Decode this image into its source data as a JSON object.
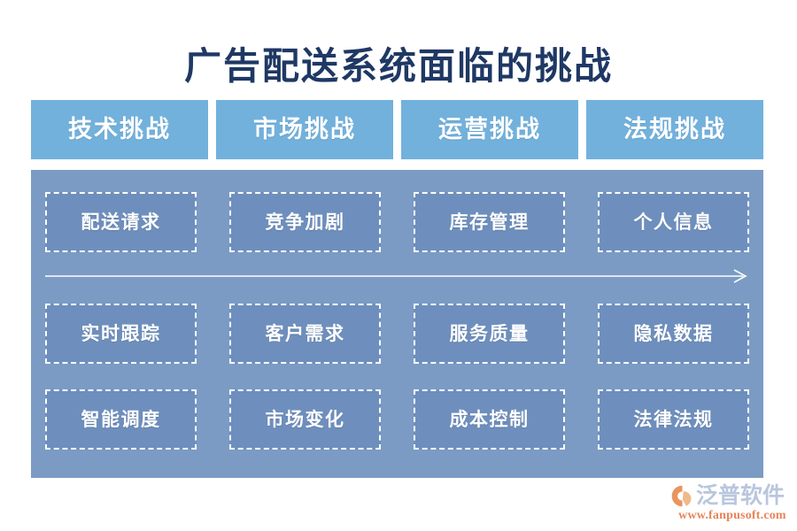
{
  "slide": {
    "title": "广告配送系统面临的挑战",
    "background_color": "#ffffff",
    "title_color": "#1f3864"
  },
  "tabs": [
    {
      "label": "技术挑战",
      "color": "#72b1dc"
    },
    {
      "label": "市场挑战",
      "color": "#72b1dc"
    },
    {
      "label": "运营挑战",
      "color": "#72b1dc"
    },
    {
      "label": "法规挑战",
      "color": "#72b1dc"
    }
  ],
  "panel": {
    "background_color": "#7b9bc4",
    "card_color": "#6e8fbd",
    "card_border_color": "#ffffff",
    "rows": [
      {
        "cards": [
          {
            "label": "配送请求"
          },
          {
            "label": "竞争加剧"
          },
          {
            "label": "库存管理"
          },
          {
            "label": "个人信息"
          }
        ]
      },
      {
        "cards": [
          {
            "label": "实时跟踪"
          },
          {
            "label": "客户需求"
          },
          {
            "label": "服务质量"
          },
          {
            "label": "隐私数据"
          }
        ]
      },
      {
        "cards": [
          {
            "label": "智能调度"
          },
          {
            "label": "市场变化"
          },
          {
            "label": "成本控制"
          },
          {
            "label": "法律法规"
          }
        ]
      }
    ],
    "arrow": {
      "name": "progress-arrow",
      "direction": "right",
      "color": "#ffffff"
    }
  },
  "logo": {
    "mark": "fanpu-swoosh-icon",
    "mark_color": "#e8955f",
    "name": "泛普软件",
    "name_color": "#b9c6de",
    "url": "www.fanpusoft.com",
    "url_color": "#e8845a"
  }
}
